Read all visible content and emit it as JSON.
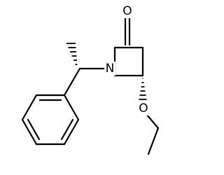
{
  "molecule": {
    "atoms": {
      "carbonyl_oxygen": "O",
      "ring_nitrogen": "N",
      "ether_oxygen": "O"
    }
  },
  "colors": {
    "background": "#ffffff",
    "bond": "#000000",
    "label": "#000000"
  }
}
